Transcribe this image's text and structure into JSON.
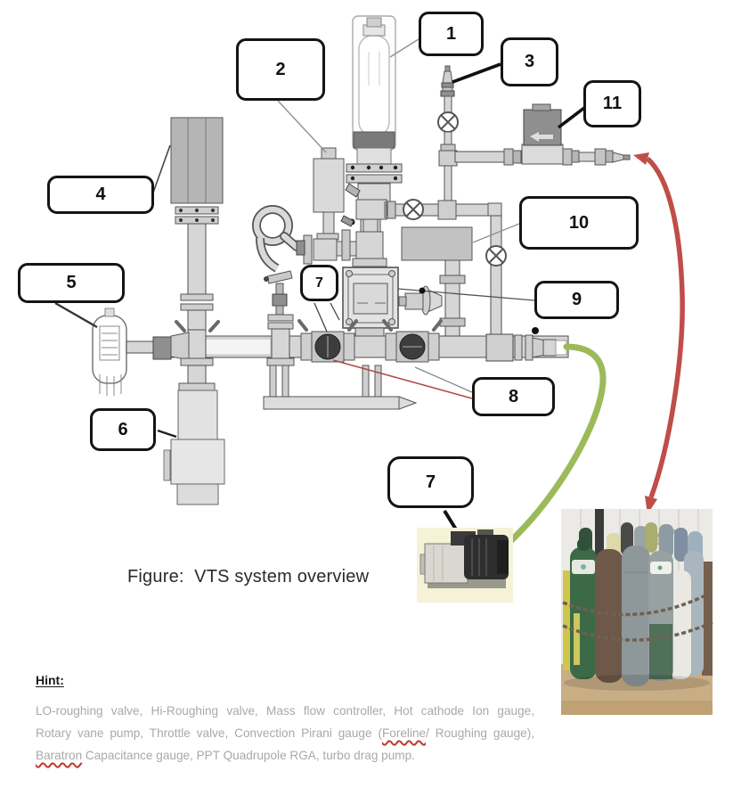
{
  "figure_caption": "Figure:  VTS system overview",
  "callouts": {
    "c1": "1",
    "c2": "2",
    "c3": "3",
    "c4": "4",
    "c5": "5",
    "c6": "6",
    "c7a": "7",
    "c7b": "7",
    "c8": "8",
    "c9": "9",
    "c10": "10",
    "c11": "11"
  },
  "hint": {
    "heading": "Hint:",
    "line1": "LO-roughing valve, Hi-Roughing valve, Mass flow controller, Hot cathode Ion gauge,",
    "line2_pre": "Rotary vane pump, Throttle valve, Convection Pirani gauge (",
    "line2_misspelled": "Foreline",
    "line2_post": "/ Roughing gauge),",
    "line3_misspelled": "Baratron",
    "line3_post": " Capacitance gauge, PPT Quadrupole RGA, turbo drag pump."
  },
  "colors": {
    "arrow_red": "#bf4e49",
    "hose_green": "#9cba59",
    "hint_text_gray": "#a9a9a9",
    "callout_border": "#141414"
  }
}
